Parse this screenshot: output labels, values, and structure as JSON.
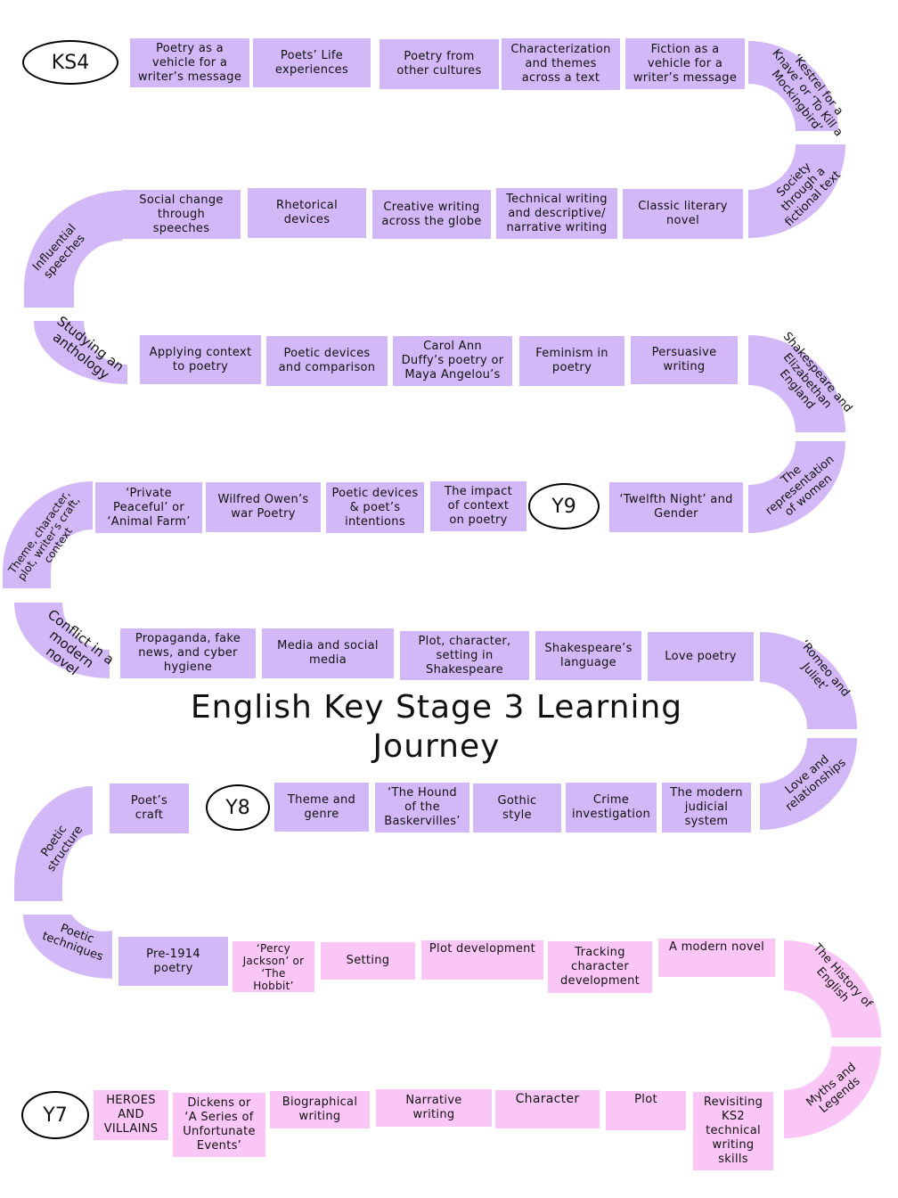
{
  "title": "English Key Stage 3 Learning\nJourney",
  "stages": {
    "ks4": "KS4",
    "y9": "Y9",
    "y8": "Y8",
    "y7": "Y7"
  },
  "colors": {
    "purple": "#d2b8f6",
    "pink": "#fac6f6"
  },
  "row1": [
    "Poetry as a\nvehicle for a\nwriter’s message",
    "Poets’ Life\nexperiences",
    "Poetry from\nother cultures",
    "Characterization\nand themes\nacross a text",
    "Fiction as a\nvehicle for a\nwriter’s message"
  ],
  "row2": [
    "Social change\nthrough\nspeeches",
    "Rhetorical\ndevices",
    "Creative writing\nacross the globe",
    "Technical writing\nand descriptive/\nnarrative writing",
    "Classic literary\nnovel"
  ],
  "row3": [
    "Applying context\nto poetry",
    "Poetic devices\nand comparison",
    "Carol Ann\nDuffy’s poetry or\nMaya Angelou’s",
    "Feminism  in\npoetry",
    "Persuasive\nwriting"
  ],
  "row4": [
    "‘Private\nPeaceful’ or\n‘Animal Farm’",
    "Wilfred Owen’s\nwar Poetry",
    "Poetic devices\n& poet’s\nintentions",
    "The impact\nof context\non poetry",
    "‘Twelfth Night’ and\nGender"
  ],
  "row5": [
    "Propaganda,  fake\nnews, and cyber\nhygiene",
    "Media and social\nmedia",
    "Plot, character,\nsetting in\nShakespeare",
    "Shakespeare’s\nlanguage",
    "Love poetry"
  ],
  "row6": [
    "Poet’s\ncraft",
    "Theme and\ngenre",
    "‘The Hound\nof the\nBaskervilles’",
    "Gothic\nstyle",
    "Crime\ninvestigation",
    "The modern\njudicial\nsystem"
  ],
  "row7": [
    "Pre-1914\npoetry",
    "‘Percy\nJackson’ or\n‘The\nHobbit’",
    "Setting",
    "Plot development",
    "Tracking\ncharacter\ndevelopment",
    "A modern novel"
  ],
  "row8": [
    "HEROES\nAND\nVILLAINS",
    "Dickens or\n‘A Series of\nUnfortunate\nEvents’",
    "Biographical\nwriting",
    "Narrative\nwriting",
    "Character",
    "Plot",
    "Revisiting\nKS2\ntechnical\nwriting\nskills"
  ],
  "curves": {
    "c1": "‘Kestrel for a\nKnave’ or ‘To Kill a\nMockingbird’",
    "c2": "Society\nthrough a\nfictional text",
    "c3": "Influential\nspeeches",
    "c4": "Studying an\nanthology",
    "c5": "Shakespeare and\nElizabethan\nEngland",
    "c6": "The\nrepresentation\nof women",
    "c7": "Theme, character,\nplot, writer’s craft,\ncontext",
    "c8": "Conflict in a\nmodern\nnovel",
    "c9": "‘Romeo  and\nJuliet’",
    "c10": "Love and\nrelationships",
    "c11": "Poetic\nstructure",
    "c12": "Poetic\ntechniques",
    "c13": "The History of\nEnglish",
    "c14": "Myths and\nLegends"
  }
}
